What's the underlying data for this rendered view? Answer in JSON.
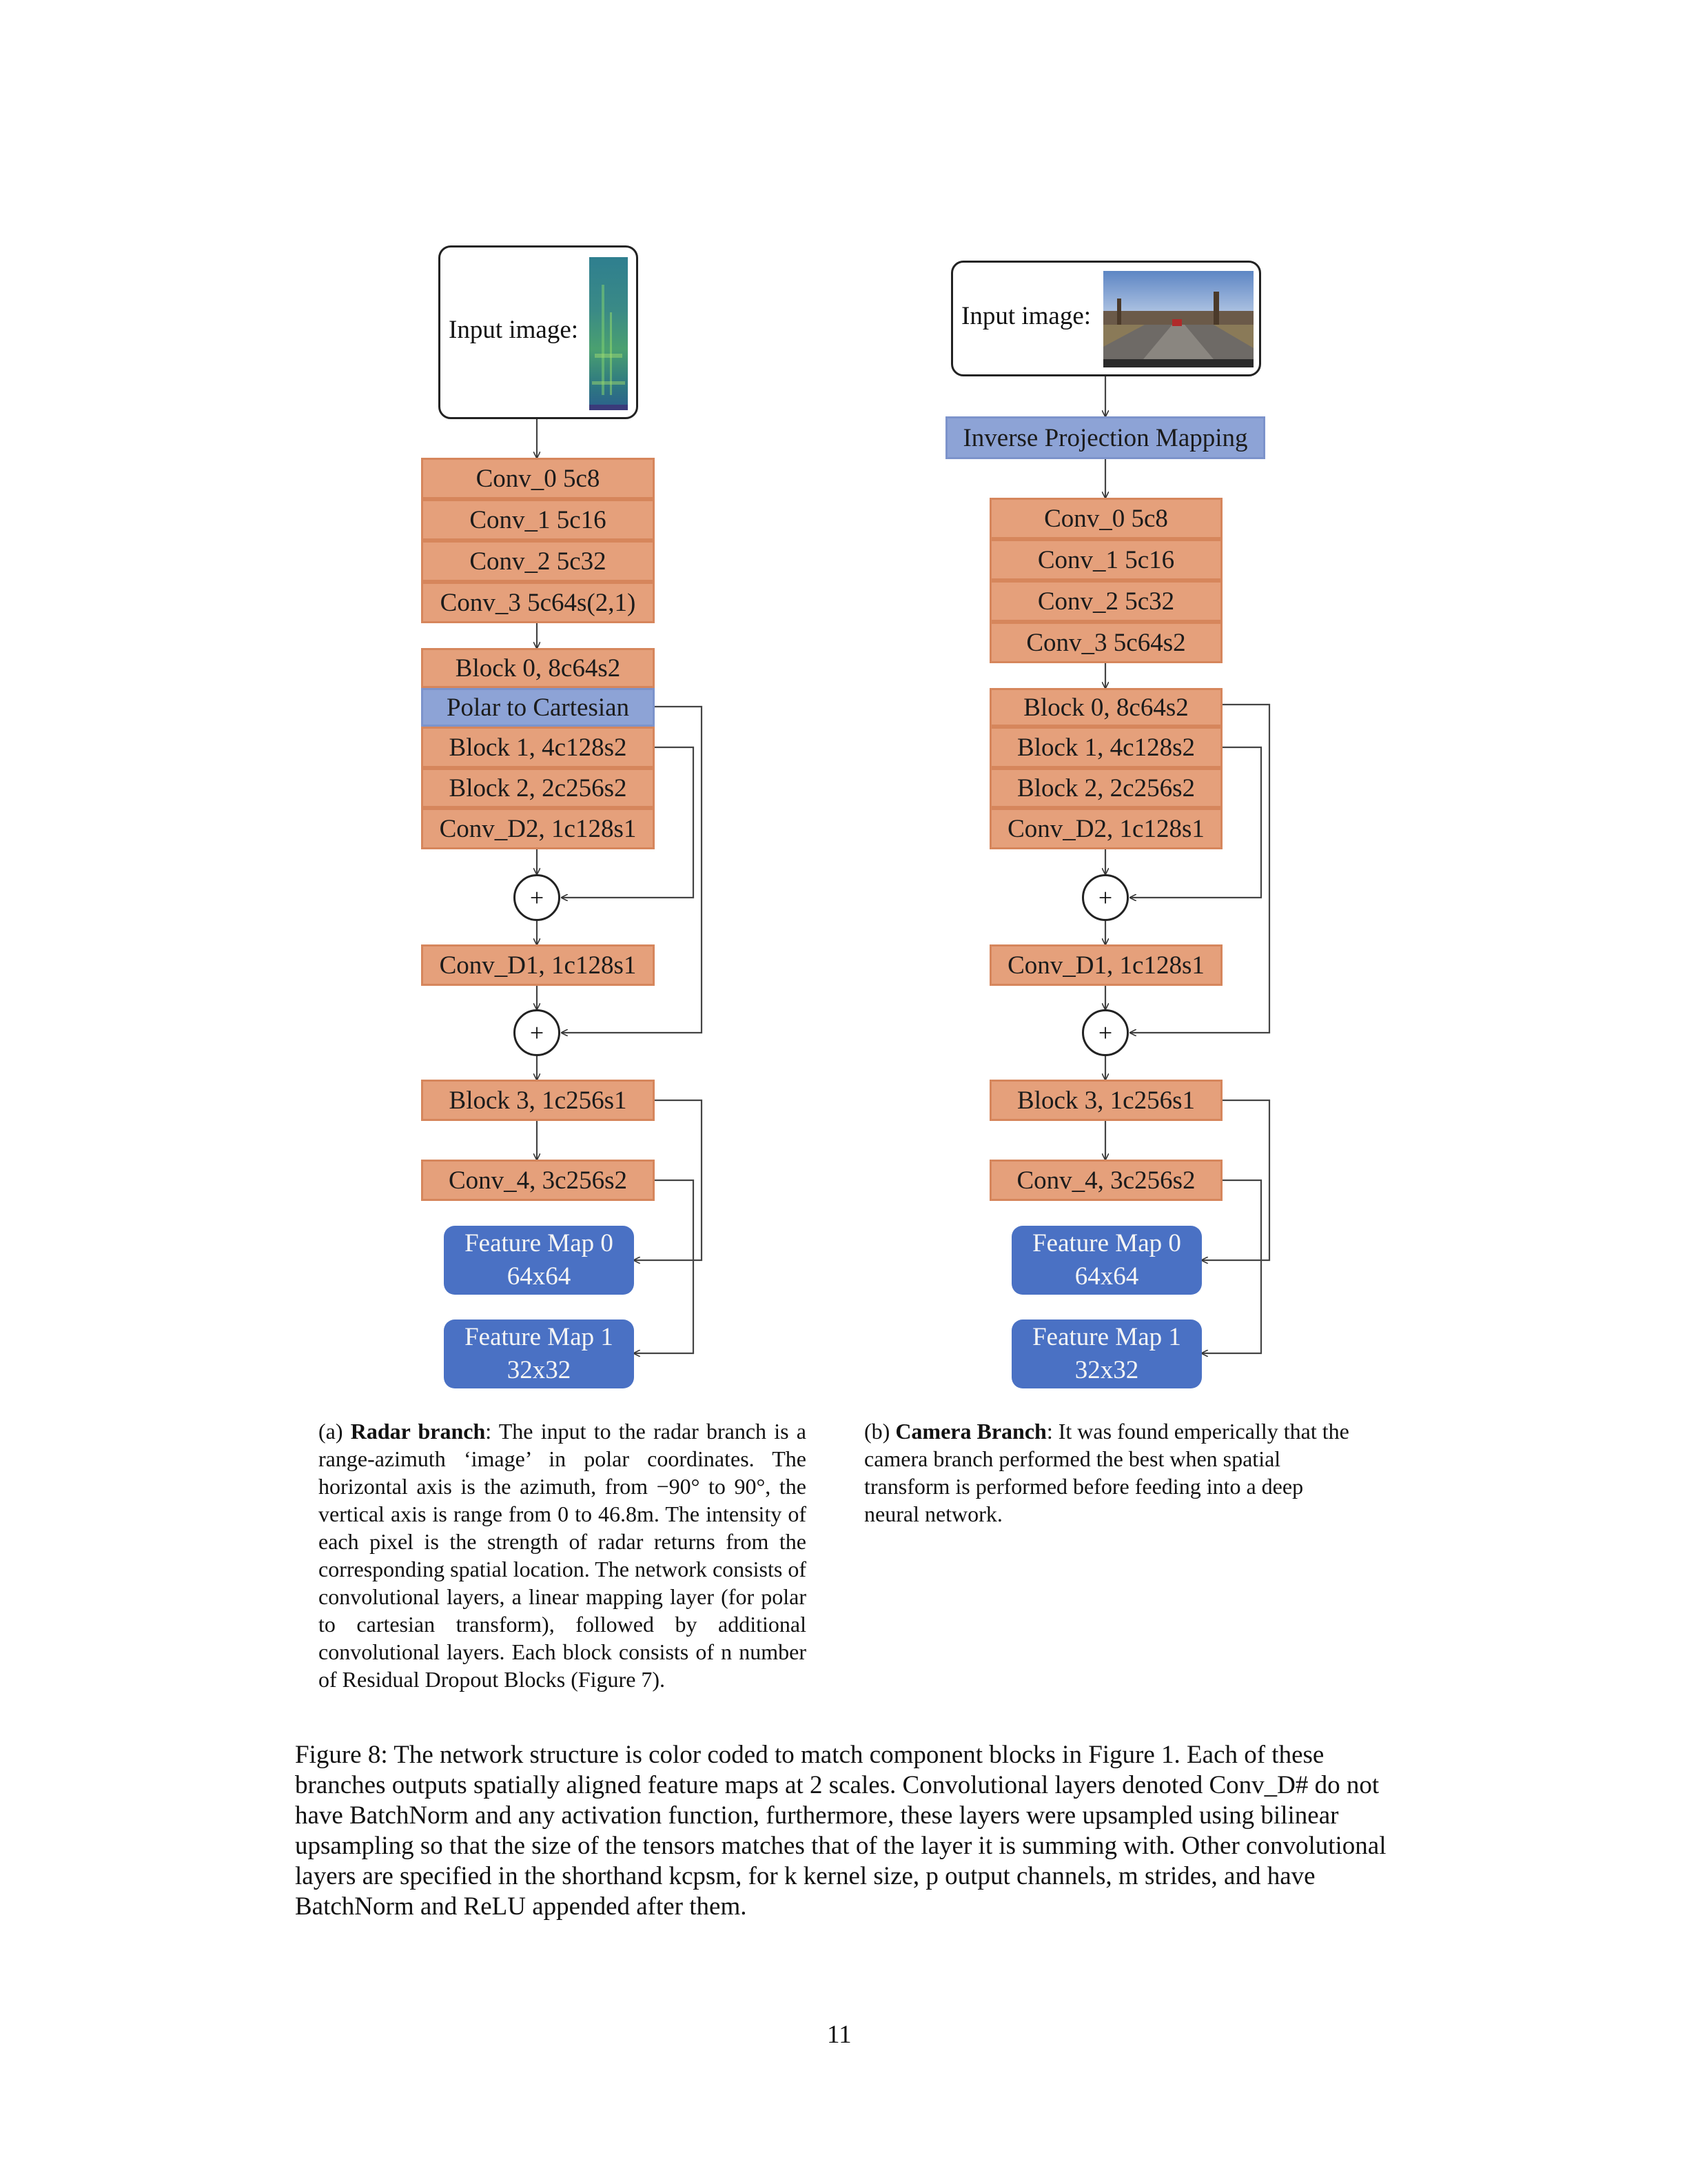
{
  "radar": {
    "input_label": "Input image:",
    "layers": [
      "Conv_0 5c8",
      "Conv_1 5c16",
      "Conv_2 5c32",
      "Conv_3 5c64s(2,1)"
    ],
    "block0": "Block 0, 8c64s2",
    "polar": "Polar to Cartesian",
    "block1": "Block 1, 4c128s2",
    "block2": "Block 2, 2c256s2",
    "conv_d2": "Conv_D2, 1c128s1",
    "conv_d1": "Conv_D1, 1c128s1",
    "block3": "Block 3, 1c256s1",
    "conv4": "Conv_4, 3c256s2",
    "fm0_title": "Feature Map 0",
    "fm0_size": "64x64",
    "fm1_title": "Feature Map 1",
    "fm1_size": "32x32",
    "plus": "+"
  },
  "camera": {
    "input_label": "Input image:",
    "ipm": "Inverse Projection Mapping",
    "layers": [
      "Conv_0 5c8",
      "Conv_1 5c16",
      "Conv_2 5c32",
      "Conv_3 5c64s2"
    ],
    "block0": "Block 0, 8c64s2",
    "block1": "Block 1, 4c128s2",
    "block2": "Block 2, 2c256s2",
    "conv_d2": "Conv_D2, 1c128s1",
    "conv_d1": "Conv_D1, 1c128s1",
    "block3": "Block 3, 1c256s1",
    "conv4": "Conv_4, 3c256s2",
    "fm0_title": "Feature Map 0",
    "fm0_size": "64x64",
    "fm1_title": "Feature Map 1",
    "fm1_size": "32x32",
    "plus": "+"
  },
  "captions": {
    "a_prefix": "(a) ",
    "a_title": "Radar branch",
    "a_text": ": The input to the radar branch is a range-azimuth ‘image’ in polar coordinates. The horizontal axis is the azimuth, from −90° to 90°, the vertical axis is range from 0 to 46.8m. The intensity of each pixel is the strength of radar returns from the corresponding spatial location. The network consists of convolutional layers, a linear mapping layer (for polar to cartesian transform), followed by additional convolutional layers. Each block consists of n number of Residual Dropout Blocks (Figure 7).",
    "b_prefix": "(b) ",
    "b_title": "Camera Branch",
    "b_text": ": It was found emperically that the camera branch performed the best when spatial transform is performed before feeding into a deep neural network.",
    "figure": "Figure 8: The network structure is color coded to match component blocks in Figure 1. Each of these branches outputs spatially aligned feature maps at 2 scales. Convolutional layers denoted Conv_D# do not have BatchNorm and any activation function, furthermore, these layers were upsampled using bilinear upsampling so that the size of the tensors matches that of the layer it is summing with. Other convolutional layers are specified in the shorthand kcpsm, for k kernel size, p output channels, m strides, and have BatchNorm and ReLU appended after them."
  },
  "page_number": "11",
  "colors": {
    "conv_orange": "#e5a07b",
    "transform_lightblue": "#8da3d6",
    "feature_map_blue": "#4a71c4"
  }
}
